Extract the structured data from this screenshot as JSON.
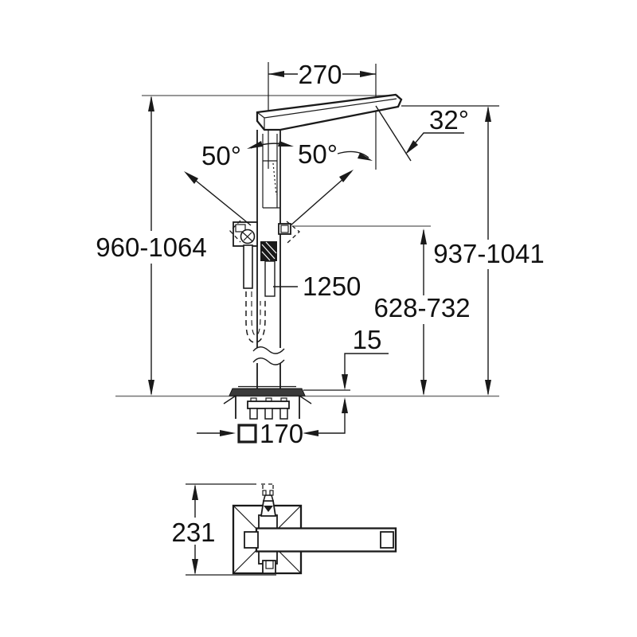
{
  "figure": {
    "type": "technical-dimension-drawing",
    "subject": "floor-standing single-lever bath mixer, side elevation and plan view",
    "colors": {
      "line": "#1a1a1a",
      "reference_line": "#757575",
      "background": "#ffffff",
      "base_plate_fill": "#3a3a3a"
    }
  },
  "labels": {
    "dim_270": "270",
    "angle_32": "32°",
    "angle_50_left": "50°",
    "angle_50_right": "50°",
    "dim_960_1064": "960-1064",
    "dim_937_1041": "937-1041",
    "dim_1250": "1250",
    "dim_628_732": "628-732",
    "dim_15": "15",
    "dim_170": "170",
    "dim_231": "231"
  }
}
